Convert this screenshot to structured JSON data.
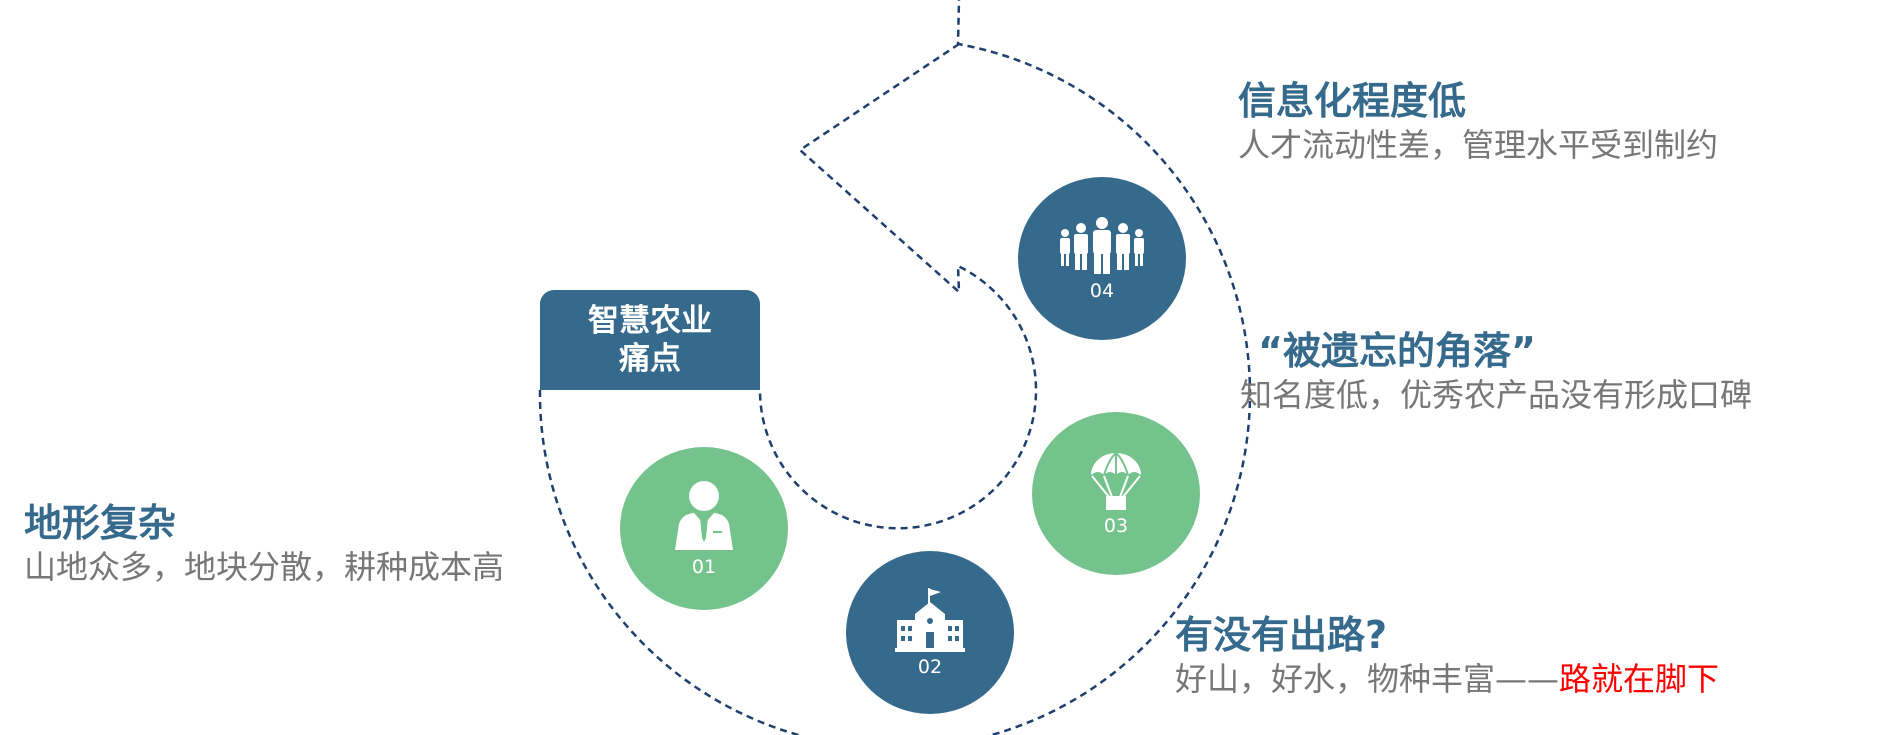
{
  "center": {
    "line1": "智慧农业",
    "line2": "痛点"
  },
  "colors": {
    "navy": "#356a8c",
    "green": "#75c38c",
    "dash": "#1f3f6e",
    "desc_gray": "#777777",
    "highlight": "#ff0000"
  },
  "items": [
    {
      "number": "01",
      "icon": "person-tie-icon",
      "title": "地形复杂",
      "desc": "山地众多，地块分散，耕种成本高"
    },
    {
      "number": "02",
      "icon": "school-building-icon",
      "title": "有没有出路?",
      "desc": "好山，好水，物种丰富——",
      "desc_highlight": "路就在脚下"
    },
    {
      "number": "03",
      "icon": "parachute-icon",
      "title": "“被遗忘的角落”",
      "desc": "知名度低，优秀农产品没有形成口碑"
    },
    {
      "number": "04",
      "icon": "people-group-icon",
      "title": "信息化程度低",
      "desc": "人才流动性差，管理水平受到制约"
    }
  ]
}
